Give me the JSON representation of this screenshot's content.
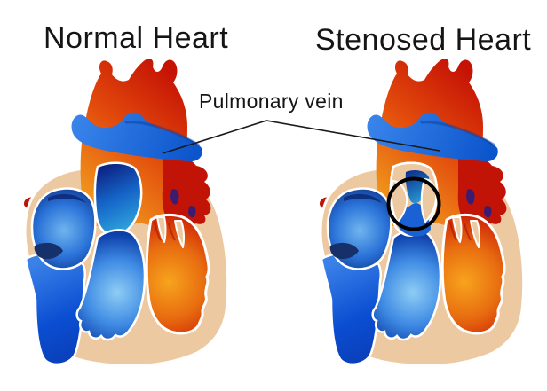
{
  "figure": {
    "left_heart": {
      "title": "Normal Heart"
    },
    "right_heart": {
      "title": "Stenosed Heart"
    },
    "annotation": {
      "label": "Pulmonary vein"
    }
  },
  "colors": {
    "background": "#ffffff",
    "text": "#151515",
    "aorta_red": "#c51205",
    "aorta_orange": "#f0941c",
    "vessel_blue": "#1565d6",
    "vena_cava_blue": "#0b4ed2",
    "chamber_light_blue": "#8ecdf4",
    "chamber_navy": "#0c2f8e",
    "pulmonary_vein_cyan": "#2fa6dc",
    "muscle_beige": "#ecc9a1",
    "ventricle_orange": "#f7a41d",
    "accent_navy": "#3a1d72",
    "annotation_line": "#1a1a1a",
    "stenosis_marker": "#000000"
  }
}
